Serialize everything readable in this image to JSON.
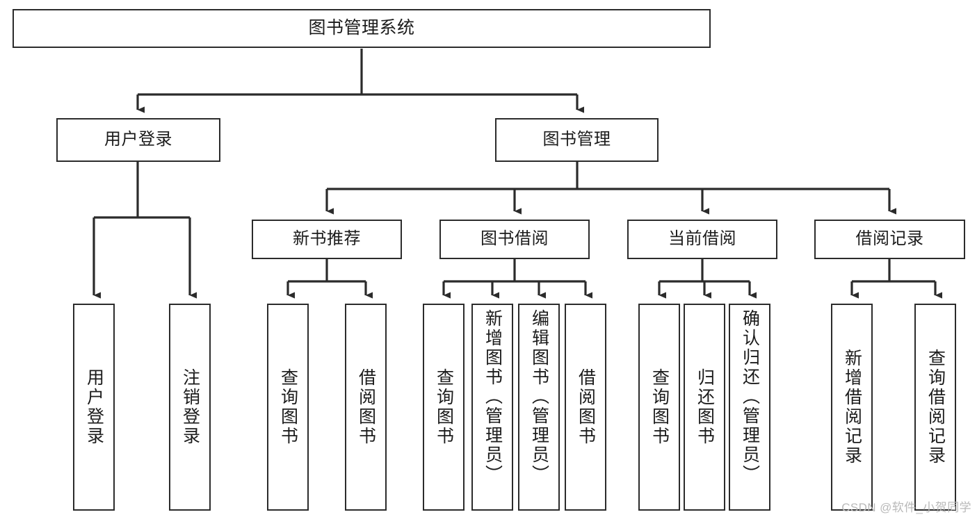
{
  "diagram": {
    "type": "tree-hierarchy",
    "title": "图书管理系统",
    "watermark": "CSDN @软件_小贺同学",
    "colors": {
      "stroke": "#2b2b2b",
      "fill": "#ffffff",
      "text": "#1b1b1b",
      "watermark": "#b9b9b9"
    },
    "levels": {
      "root": {
        "label": "图书管理系统"
      },
      "level2": [
        {
          "id": "user-login",
          "label": "用户登录"
        },
        {
          "id": "book-management",
          "label": "图书管理"
        }
      ],
      "level3": [
        {
          "id": "new-book-recommend",
          "label": "新书推荐",
          "parent": "book-management"
        },
        {
          "id": "book-borrow",
          "label": "图书借阅",
          "parent": "book-management"
        },
        {
          "id": "current-borrow",
          "label": "当前借阅",
          "parent": "book-management"
        },
        {
          "id": "borrow-record",
          "label": "借阅记录",
          "parent": "book-management"
        }
      ],
      "leaves": [
        {
          "id": "leaf-user-login",
          "label": "用户登录",
          "parent": "user-login"
        },
        {
          "id": "leaf-logout",
          "label": "注销登录",
          "parent": "user-login"
        },
        {
          "id": "leaf-query-book-1",
          "label": "查询图书",
          "parent": "new-book-recommend"
        },
        {
          "id": "leaf-borrow-book-1",
          "label": "借阅图书",
          "parent": "new-book-recommend"
        },
        {
          "id": "leaf-query-book-2",
          "label": "查询图书",
          "parent": "book-borrow"
        },
        {
          "id": "leaf-add-book",
          "label": "新增图书（管理员）",
          "parent": "book-borrow"
        },
        {
          "id": "leaf-edit-book",
          "label": "编辑图书（管理员）",
          "parent": "book-borrow"
        },
        {
          "id": "leaf-borrow-book-2",
          "label": "借阅图书",
          "parent": "book-borrow"
        },
        {
          "id": "leaf-query-book-3",
          "label": "查询图书",
          "parent": "current-borrow"
        },
        {
          "id": "leaf-return-book",
          "label": "归还图书",
          "parent": "current-borrow"
        },
        {
          "id": "leaf-confirm-return",
          "label": "确认归还（管理员）",
          "parent": "current-borrow"
        },
        {
          "id": "leaf-add-record",
          "label": "新增借阅记录",
          "parent": "borrow-record"
        },
        {
          "id": "leaf-query-record",
          "label": "查询借阅记录",
          "parent": "borrow-record"
        }
      ]
    }
  }
}
